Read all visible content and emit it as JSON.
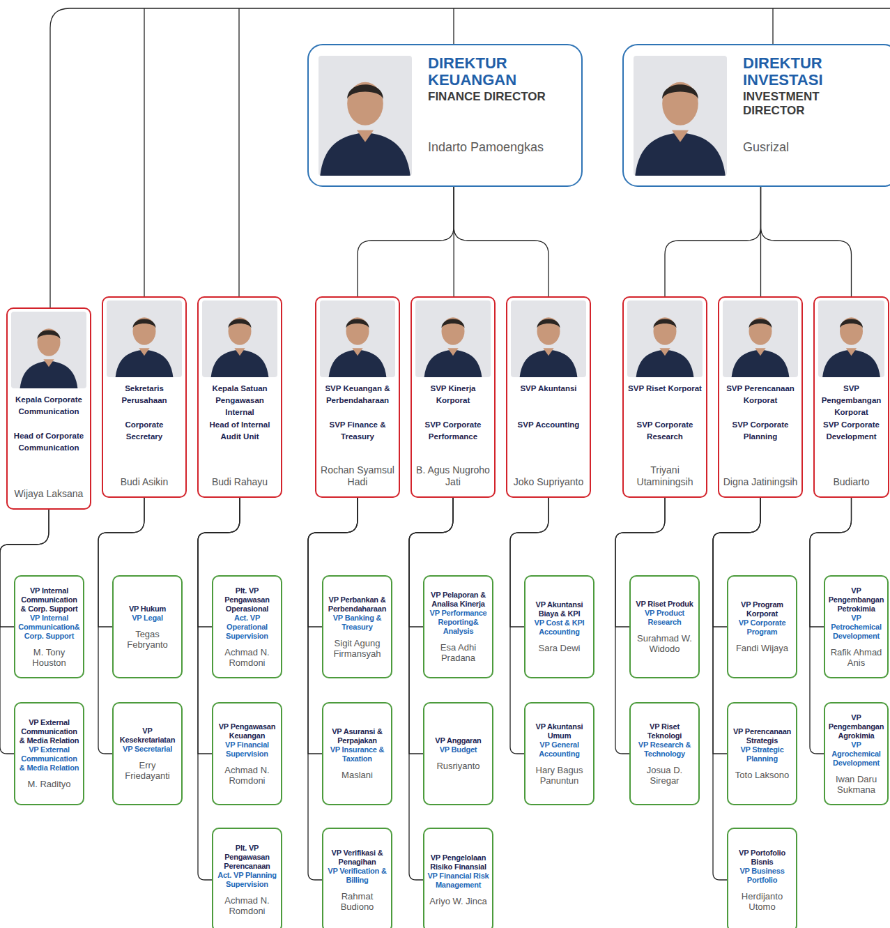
{
  "diagram": {
    "nodes": [
      {
        "text": [
          "DIREKTUR KEUANGAN",
          "FINANCE DIRECTOR",
          "Indarto Pamoengkas"
        ]
      },
      {
        "text": [
          "DIREKTUR INVESTASI",
          "INVESTMENT DIRECTOR",
          "Gusrizal"
        ]
      },
      {
        "text": [
          "Kepala Corporate Communication",
          "Head of Corporate Communication",
          "Wijaya Laksana"
        ]
      },
      {
        "text": [
          "Sekretaris Perusahaan",
          "Corporate Secretary",
          "Budi Asikin"
        ]
      },
      {
        "text": [
          "Kepala Satuan Pengawasan Internal",
          "Head of Internal Audit Unit",
          "Budi Rahayu"
        ]
      },
      {
        "text": [
          "SVP Keuangan & Perbendaharaan",
          "SVP Finance & Treasury",
          "Rochan Syamsul Hadi"
        ]
      },
      {
        "text": [
          "SVP Kinerja Korporat",
          "SVP Corporate Performance",
          "B. Agus Nugroho Jati"
        ]
      },
      {
        "text": [
          "SVP Akuntansi",
          "SVP Accounting",
          "Joko Supriyanto"
        ]
      },
      {
        "text": [
          "SVP Riset Korporat",
          "SVP Corporate Research",
          "Triyani Utaminingsih"
        ]
      },
      {
        "text": [
          "SVP Perencanaan Korporat",
          "SVP Corporate Planning",
          "Digna Jatiningsih"
        ]
      },
      {
        "text": [
          "SVP Pengembangan Korporat",
          "SVP Corporate Development",
          "Budiarto"
        ]
      },
      {
        "text": [
          "VP Internal Communication & Corp. Support",
          "VP Internal Communication& Corp. Support",
          "M. Tony Houston"
        ]
      },
      {
        "text": [
          "VP External Communication & Media Relation",
          "VP External Communication & Media Relation",
          "M. Radityo"
        ]
      },
      {
        "text": [
          "VP Hukum",
          "VP Legal",
          "Tegas Febryanto"
        ]
      },
      {
        "text": [
          "VP Kesekretariatan",
          "VP Secretarial",
          "Erry Friedayanti"
        ]
      },
      {
        "text": [
          "Plt. VP Pengawasan Operasional",
          "Act. VP Operational Supervision",
          "Achmad N. Romdoni"
        ]
      },
      {
        "text": [
          "VP Pengawasan Keuangan",
          "VP Financial Supervision",
          "Achmad N. Romdoni"
        ]
      },
      {
        "text": [
          "Plt. VP Pengawasan Perencanaan",
          "Act. VP Planning Supervision",
          "Achmad N. Romdoni"
        ]
      },
      {
        "text": [
          "VP Perbankan & Perbendaharaan",
          "VP Banking & Treasury",
          "Sigit Agung Firmansyah"
        ]
      },
      {
        "text": [
          "VP Asuransi & Perpajakan",
          "VP Insurance & Taxation",
          "Maslani"
        ]
      },
      {
        "text": [
          "VP Verifikasi & Penagihan",
          "VP Verification & Billing",
          "Rahmat Budiono"
        ]
      },
      {
        "text": [
          "VP Pelaporan & Analisa Kinerja",
          "VP Performance Reporting& Analysis",
          "Esa Adhi Pradana"
        ]
      },
      {
        "text": [
          "VP Anggaran",
          "VP Budget",
          "Rusriyanto"
        ]
      },
      {
        "text": [
          "VP Pengelolaan Risiko Finansial",
          "VP Financial Risk Management",
          "Ariyo W. Jinca"
        ]
      },
      {
        "text": [
          "VP Akuntansi Biaya & KPI",
          "VP Cost & KPI Accounting",
          "Sara Dewi"
        ]
      },
      {
        "text": [
          "VP Akuntansi Umum",
          "VP General Accounting",
          "Hary Bagus Panuntun"
        ]
      },
      {
        "text": [
          "VP Riset Produk",
          "VP Product Research",
          "Surahmad W. Widodo"
        ]
      },
      {
        "text": [
          "VP Riset Teknologi",
          "VP Research & Technology",
          "Josua D. Siregar"
        ]
      },
      {
        "text": [
          "VP Program Korporat",
          "VP Corporate Program",
          "Fandi Wijaya"
        ]
      },
      {
        "text": [
          "VP Perencanaan Strategis",
          "VP Strategic Planning",
          "Toto Laksono"
        ]
      },
      {
        "text": [
          "VP Portofolio Bisnis",
          "VP Business Portfolio",
          "Herdijanto Utomo"
        ]
      },
      {
        "text": [
          "VP Pengembangan Petrokimia",
          "VP Petrochemical Development",
          "Rafik Ahmad Anis"
        ]
      },
      {
        "text": [
          "VP Pengembangan Agrokimia",
          "VP Agrochemical Development",
          "Iwan Daru Sukmana"
        ]
      }
    ],
    "edges": [
      {
        "from": 0,
        "to": 5,
        "arrow": "none"
      },
      {
        "from": 0,
        "to": 6,
        "arrow": "none"
      },
      {
        "from": 0,
        "to": 7,
        "arrow": "none"
      },
      {
        "from": 1,
        "to": 8,
        "arrow": "none"
      },
      {
        "from": 1,
        "to": 9,
        "arrow": "none"
      },
      {
        "from": 1,
        "to": 10,
        "arrow": "none"
      },
      {
        "from": 2,
        "to": 11,
        "arrow": "none"
      },
      {
        "from": 2,
        "to": 12,
        "arrow": "none"
      },
      {
        "from": 3,
        "to": 13,
        "arrow": "none"
      },
      {
        "from": 3,
        "to": 14,
        "arrow": "none"
      },
      {
        "from": 4,
        "to": 15,
        "arrow": "none"
      },
      {
        "from": 4,
        "to": 16,
        "arrow": "none"
      },
      {
        "from": 4,
        "to": 17,
        "arrow": "none"
      },
      {
        "from": 5,
        "to": 18,
        "arrow": "none"
      },
      {
        "from": 5,
        "to": 19,
        "arrow": "none"
      },
      {
        "from": 5,
        "to": 20,
        "arrow": "none"
      },
      {
        "from": 6,
        "to": 21,
        "arrow": "none"
      },
      {
        "from": 6,
        "to": 22,
        "arrow": "none"
      },
      {
        "from": 6,
        "to": 23,
        "arrow": "none"
      },
      {
        "from": 7,
        "to": 24,
        "arrow": "none"
      },
      {
        "from": 7,
        "to": 25,
        "arrow": "none"
      },
      {
        "from": 8,
        "to": 26,
        "arrow": "none"
      },
      {
        "from": 8,
        "to": 27,
        "arrow": "none"
      },
      {
        "from": 9,
        "to": 28,
        "arrow": "none"
      },
      {
        "from": 9,
        "to": 29,
        "arrow": "none"
      },
      {
        "from": 9,
        "to": 30,
        "arrow": "none"
      },
      {
        "from": 10,
        "to": 31,
        "arrow": "none"
      },
      {
        "from": 10,
        "to": 32,
        "arrow": "none"
      }
    ]
  }
}
